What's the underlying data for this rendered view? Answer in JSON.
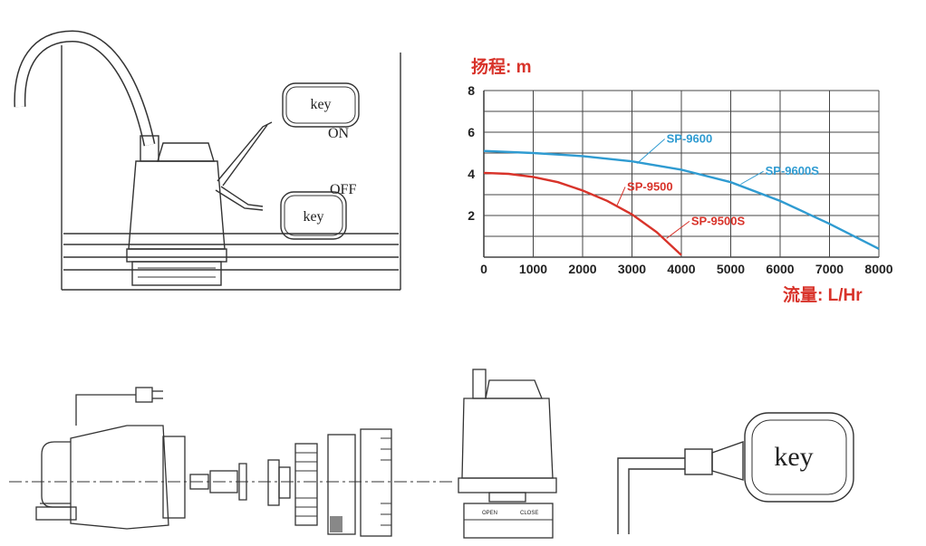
{
  "colors": {
    "axis_title": "#d8332a",
    "series_a": "#d8332a",
    "series_b": "#2f9bd1",
    "line": "#333333",
    "grid": "#555555"
  },
  "illustration": {
    "float_on_label": "key",
    "float_off_label": "key",
    "on_text": "ON",
    "off_text": "OFF",
    "detail_float_label": "key",
    "pump_ring_open": "OPEN",
    "pump_ring_close": "CLOSE"
  },
  "chart_data": {
    "type": "line",
    "ylabel": "扬程: m",
    "xlabel": "流量: L/Hr",
    "xlim": [
      0,
      8000
    ],
    "ylim": [
      0,
      8
    ],
    "x_ticks": [
      "0",
      "1000",
      "2000",
      "3000",
      "4000",
      "5000",
      "6000",
      "7000",
      "8000"
    ],
    "y_ticks": [
      "8",
      "6",
      "4",
      "2"
    ],
    "grid": true,
    "series": [
      {
        "name": "SP-9600",
        "color": "#2f9bd1",
        "points": [
          [
            0,
            5.1
          ],
          [
            1000,
            5.0
          ],
          [
            2000,
            4.85
          ],
          [
            3000,
            4.6
          ],
          [
            4000,
            4.2
          ],
          [
            5000,
            3.6
          ],
          [
            6000,
            2.7
          ],
          [
            7000,
            1.6
          ],
          [
            8000,
            0.4
          ]
        ]
      },
      {
        "name": "SP-9600S",
        "color": "#2f9bd1",
        "points": []
      },
      {
        "name": "SP-9500",
        "color": "#d8332a",
        "points": [
          [
            0,
            4.05
          ],
          [
            500,
            4.0
          ],
          [
            1000,
            3.85
          ],
          [
            1500,
            3.6
          ],
          [
            2000,
            3.2
          ],
          [
            2500,
            2.7
          ],
          [
            3000,
            2.05
          ],
          [
            3500,
            1.2
          ],
          [
            4000,
            0.1
          ]
        ]
      },
      {
        "name": "SP-9500S",
        "color": "#d8332a",
        "points": []
      }
    ]
  }
}
